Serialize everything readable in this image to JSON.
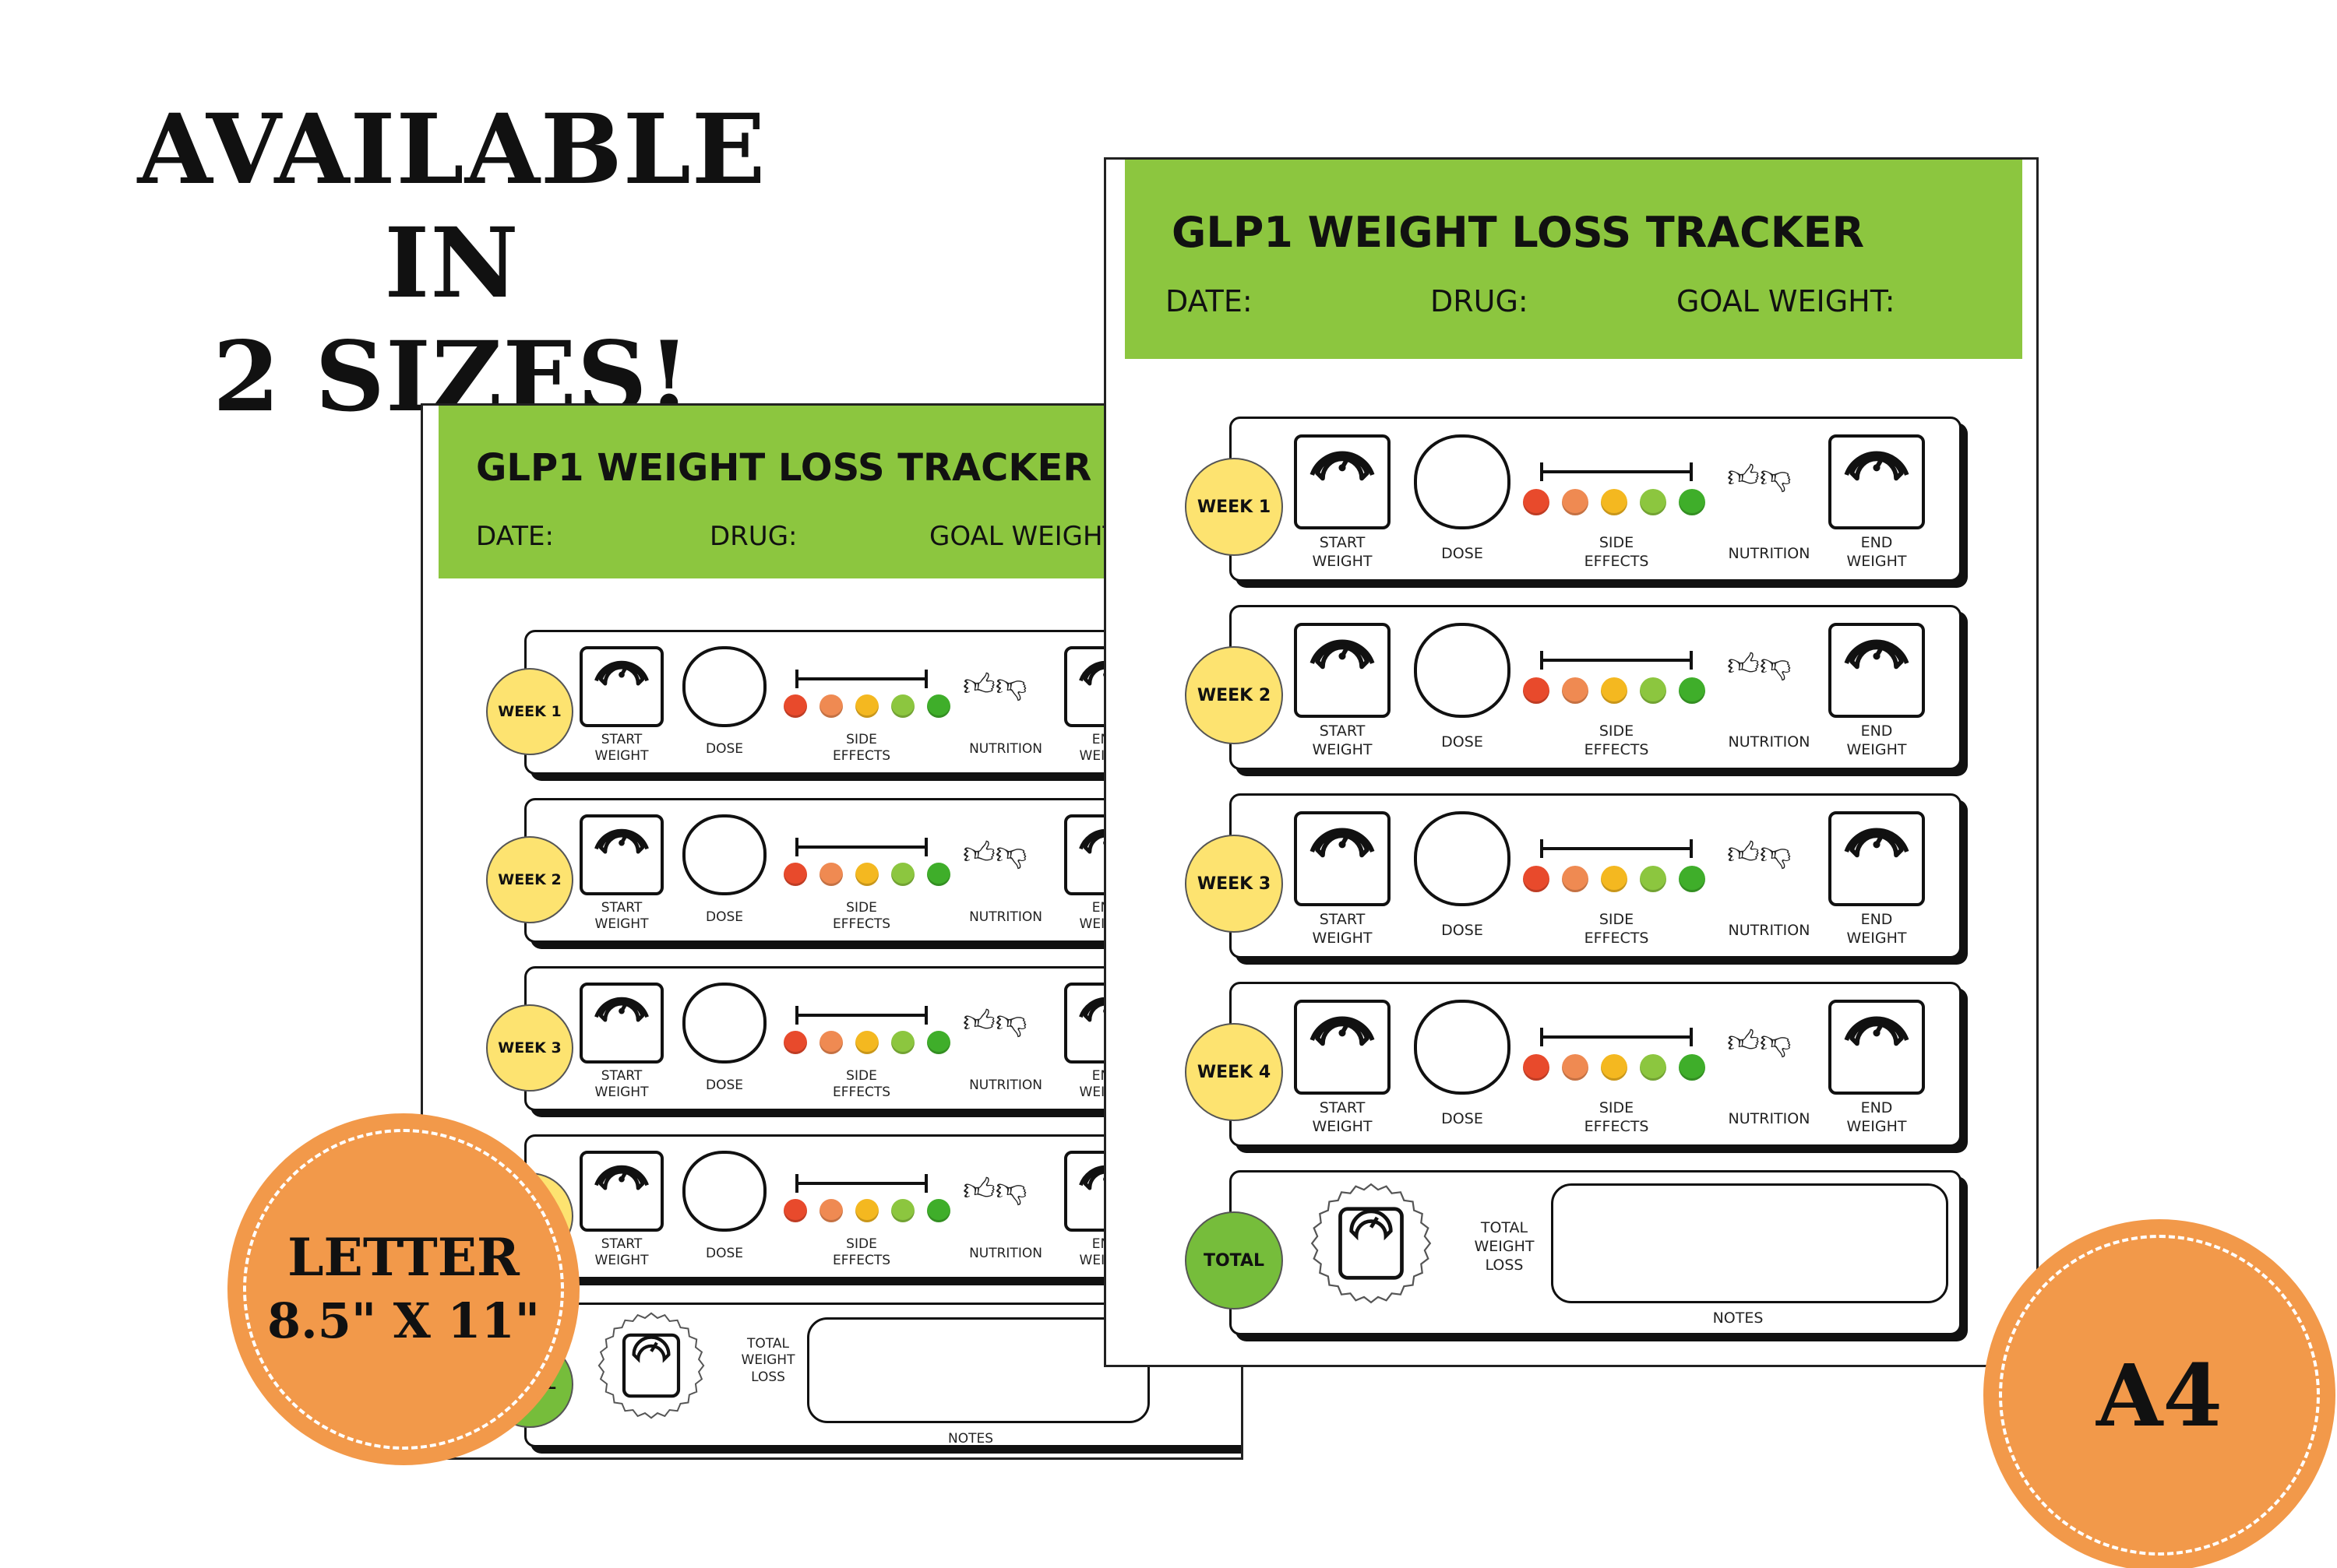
{
  "headline": {
    "line1": "AVAILABLE IN",
    "line2": "2 SIZES!"
  },
  "tracker": {
    "title": "GLP1 WEIGHT LOSS TRACKER",
    "fields": {
      "date": "DATE:",
      "drug": "DRUG:",
      "goal": "GOAL WEIGHT:"
    },
    "weeks": [
      "WEEK 1",
      "WEEK 2",
      "WEEK 3",
      "WEEK 4"
    ],
    "labels": {
      "start": "START\nWEIGHT",
      "dose": "DOSE",
      "side": "SIDE\nEFFECTS",
      "nutrition": "NUTRITION",
      "end": "END\nWEIGHT"
    },
    "total_badge": "TOTAL",
    "total_label": "TOTAL\nWEIGHT\nLOSS",
    "notes": "NOTES"
  },
  "sizes": {
    "letter": {
      "line1": "LETTER",
      "line2": "8.5\" X 11\""
    },
    "a4": {
      "line1": "A4"
    }
  },
  "colors": {
    "banner": "#8cc63f",
    "week_badge": "#fde370",
    "total_badge": "#76bd3b",
    "size_badge": "#f2994a",
    "faces": [
      "#e84a2c",
      "#ef8a52",
      "#f4b820",
      "#8cc63f",
      "#3fae2a"
    ]
  },
  "icons": [
    "scale-icon",
    "thumbs-up-icon",
    "thumbs-down-icon",
    "emoji-face-icon"
  ]
}
